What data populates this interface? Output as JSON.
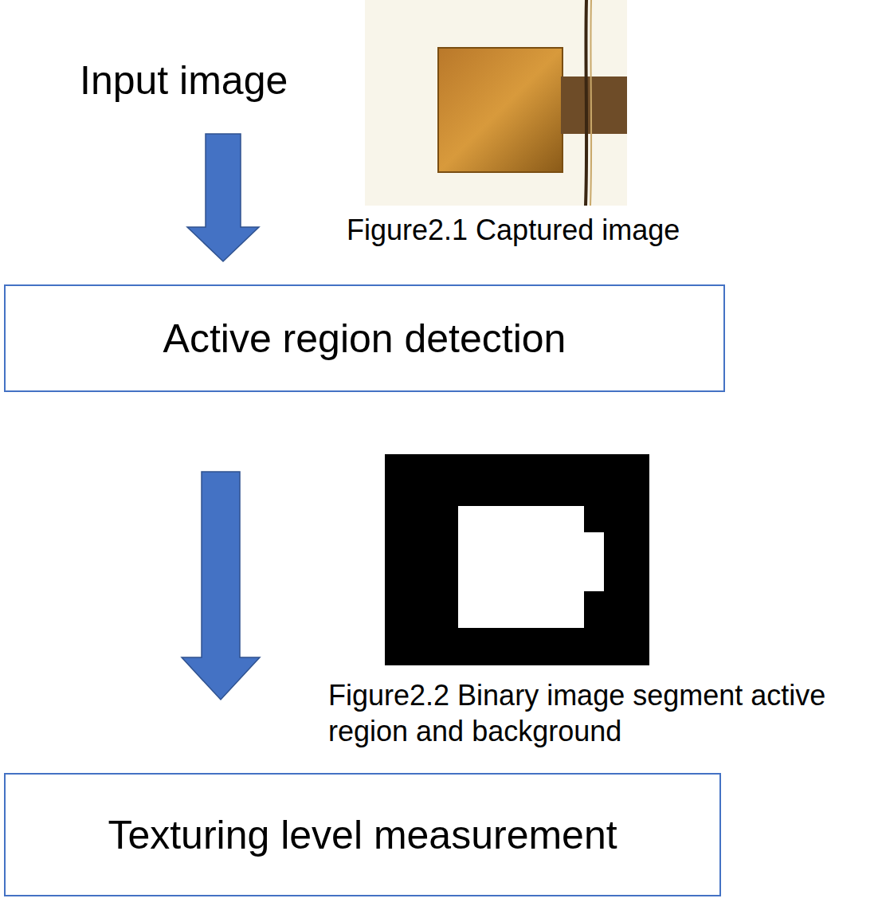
{
  "diagram": {
    "nodes": [
      {
        "text": [
          "Active region detection"
        ]
      },
      {
        "text": [
          "Texturing level measurement"
        ]
      }
    ],
    "edges": [
      {
        "from": 0,
        "to": 1,
        "arrow": "to"
      }
    ],
    "labels": [
      "Input image",
      "Figure2.1 Captured image",
      "Figure2.2 Binary image segment active region and background"
    ]
  }
}
